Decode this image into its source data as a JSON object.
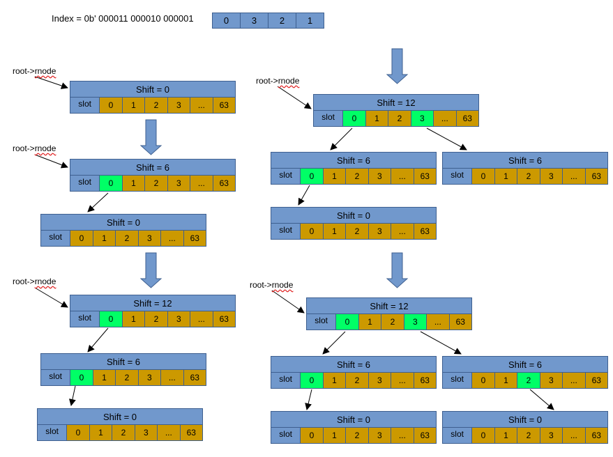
{
  "index_label": "Index = 0b' 000011 000010 000001",
  "index_cells": [
    "0",
    "3",
    "2",
    "1"
  ],
  "root_label_prefix": "root->",
  "root_label_word": "rnode",
  "slot_label": "slot",
  "cell_labels": [
    "0",
    "1",
    "2",
    "3",
    "...",
    "63"
  ],
  "colors": {
    "header": "#7198cc",
    "cell": "#cc9900",
    "highlight": "#00ff66",
    "border": "#3e5f8f"
  },
  "nodes": {
    "a0": "Shift = 0",
    "b12": "Shift = 6",
    "b0": "Shift = 0",
    "c12": "Shift = 12",
    "c6": "Shift = 6",
    "c0": "Shift = 0",
    "d12": "Shift = 12",
    "d6l": "Shift = 6",
    "d6r": "Shift = 6",
    "d0": "Shift = 0",
    "e12": "Shift = 12",
    "e6l": "Shift = 6",
    "e6r": "Shift = 6",
    "e0l": "Shift = 0",
    "e0r": "Shift = 0"
  }
}
